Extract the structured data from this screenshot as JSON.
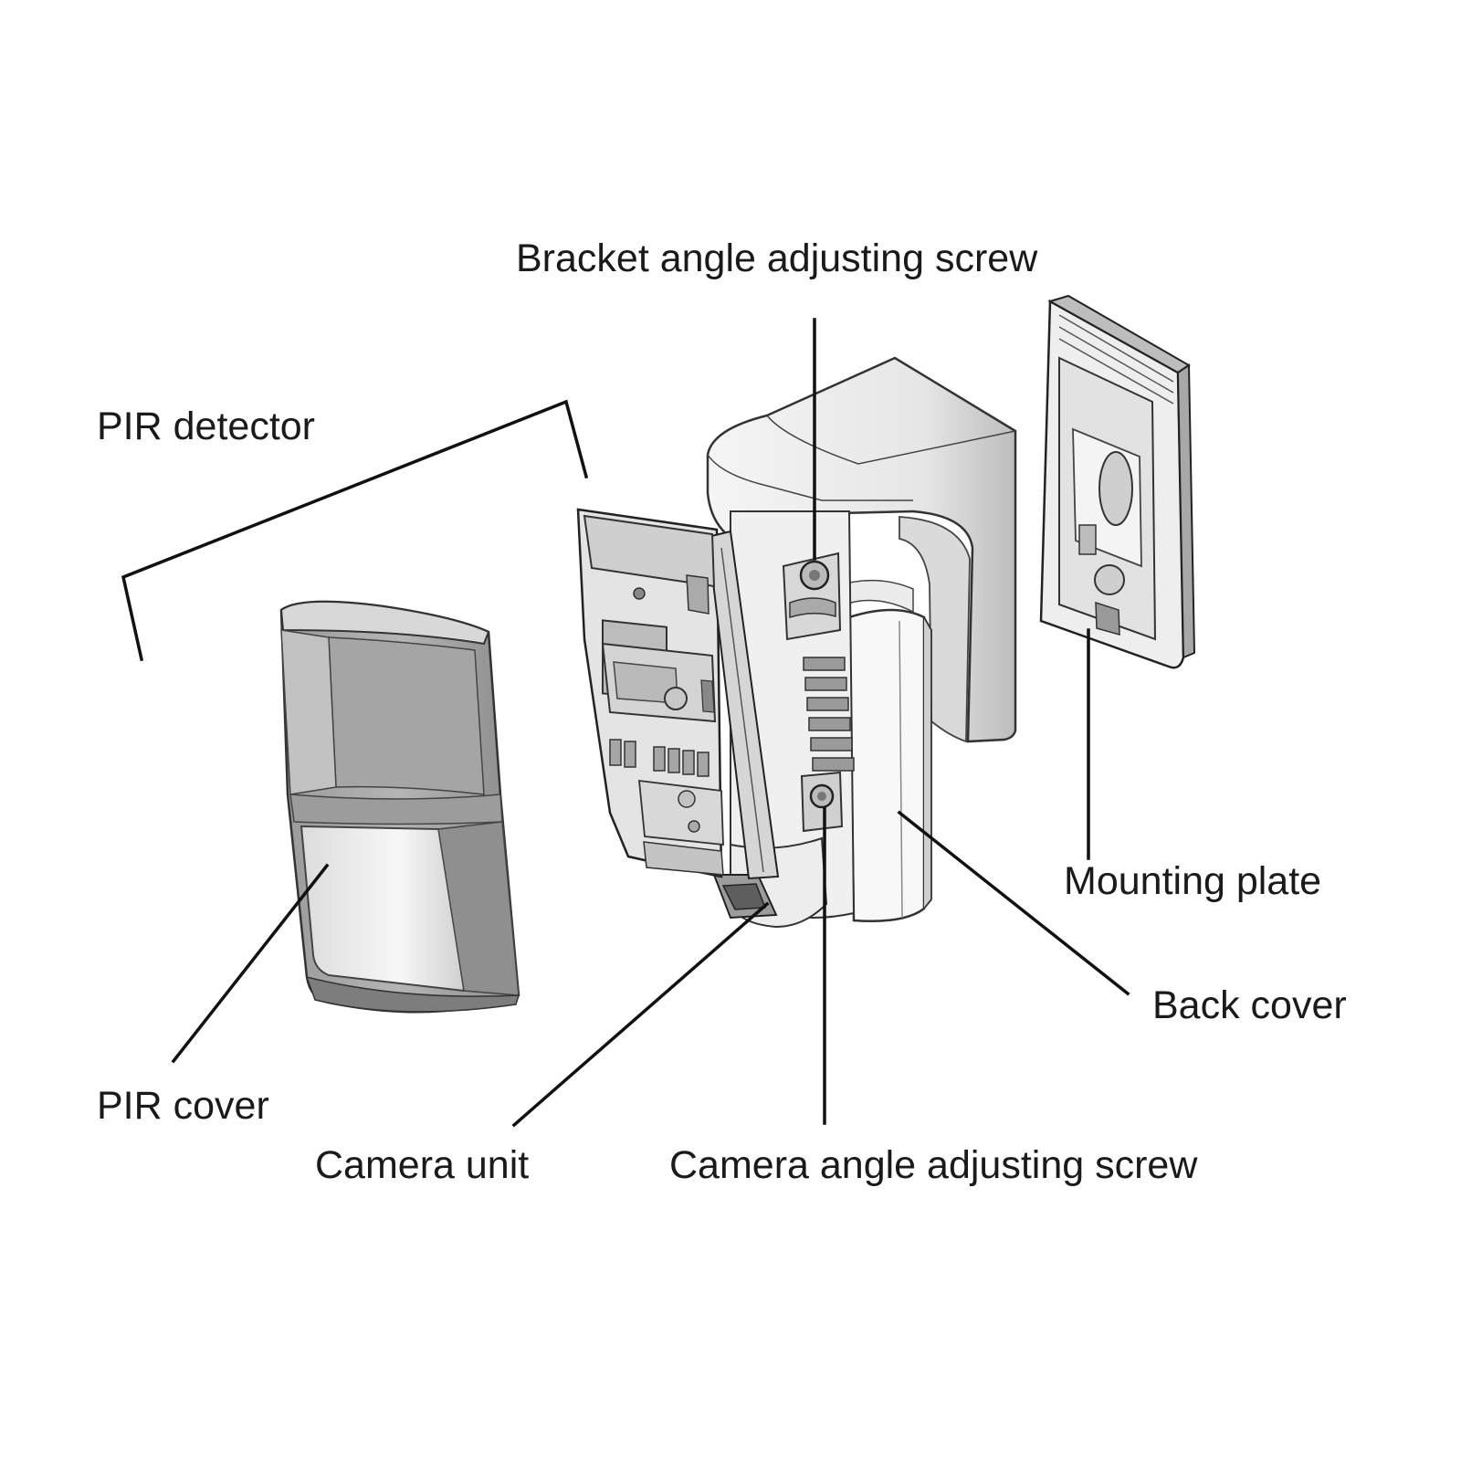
{
  "labels": {
    "bracket_angle_adjusting_screw": "Bracket angle adjusting screw",
    "pir_detector": "PIR detector",
    "mounting_plate": "Mounting plate",
    "back_cover": "Back cover",
    "pir_cover": "PIR cover",
    "camera_unit": "Camera unit",
    "camera_angle_adjusting_screw": "Camera angle adjusting screw"
  },
  "colors": {
    "background": "#ffffff",
    "text": "#1a1a1a",
    "line": "#111111",
    "body_light": "#f2f2f2",
    "body_mid": "#cfcfcf",
    "body_dark": "#8e8e8e"
  }
}
